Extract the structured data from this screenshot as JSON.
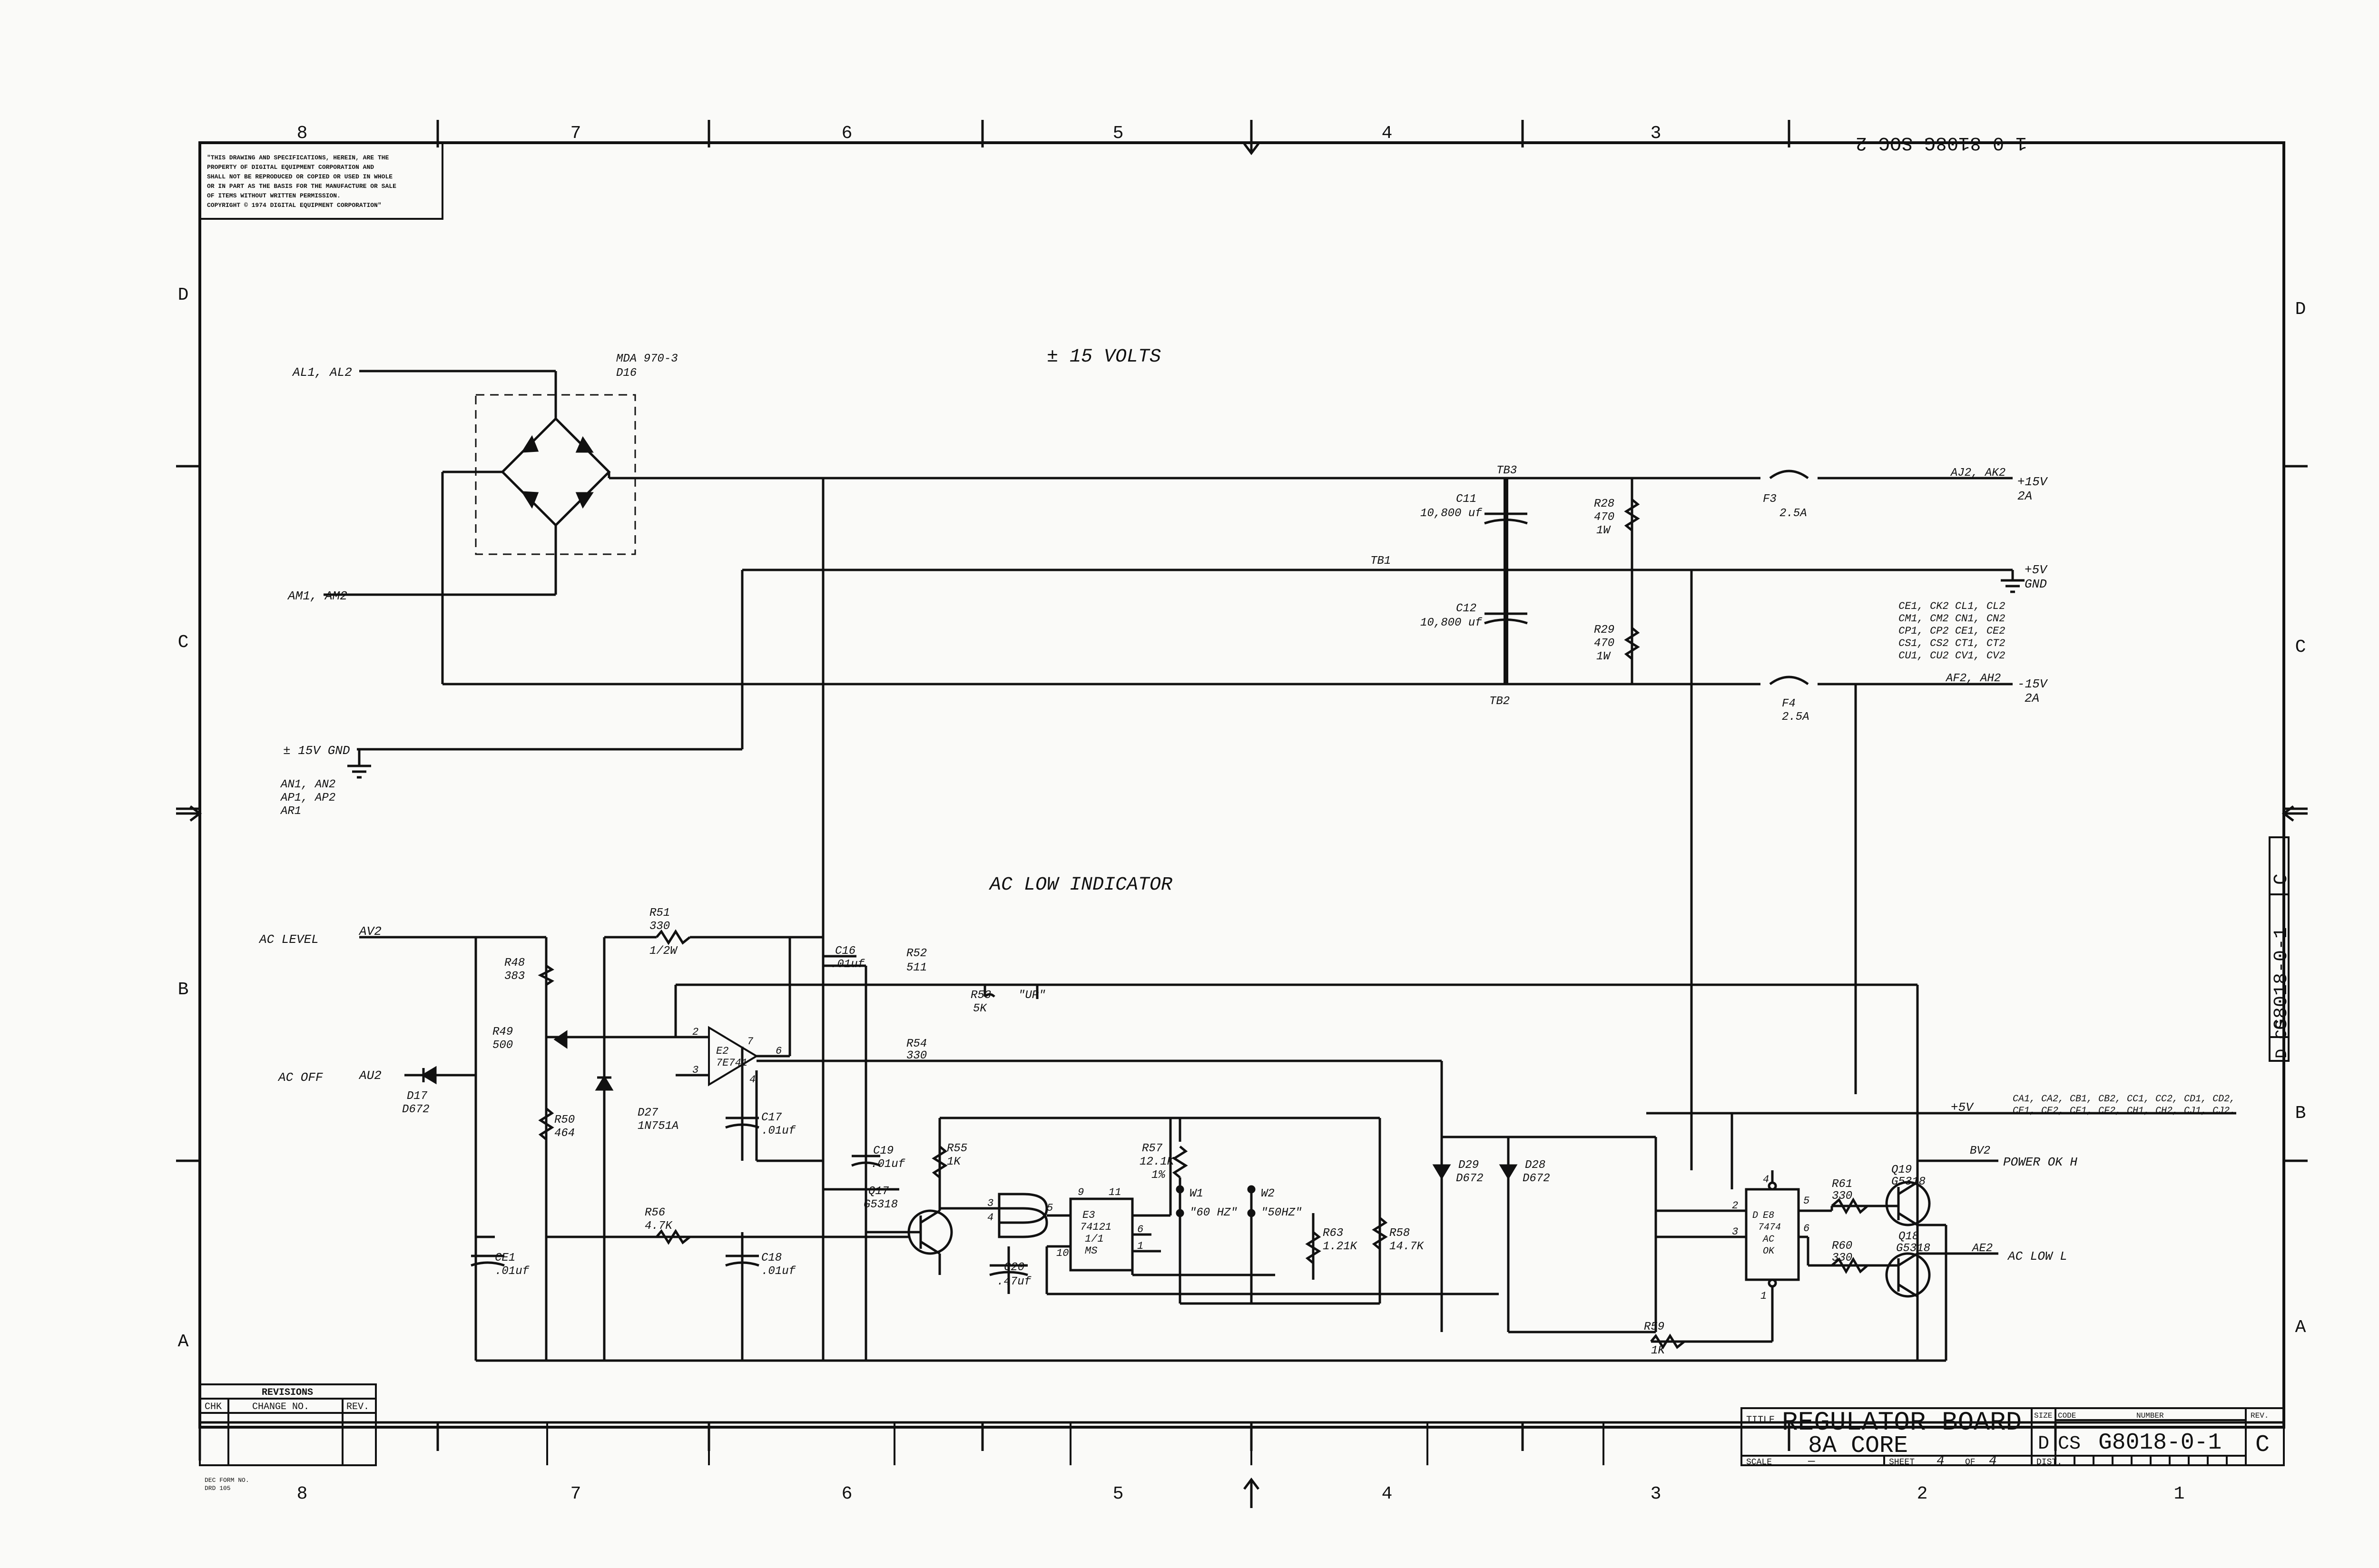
{
  "copyright_note": [
    "\"THIS DRAWING AND SPECIFICATIONS, HEREIN, ARE THE",
    "PROPERTY OF DIGITAL EQUIPMENT CORPORATION AND",
    "SHALL NOT BE REPRODUCED OR COPIED OR USED IN WHOLE",
    "OR IN PART AS THE BASIS FOR THE MANUFACTURE OR SALE",
    "OF ITEMS WITHOUT WRITTEN PERMISSION.",
    "COPYRIGHT © 1974 DIGITAL EQUIPMENT CORPORATION\""
  ],
  "grid": {
    "columns": [
      "8",
      "7",
      "6",
      "5",
      "4",
      "3",
      "2",
      "1"
    ],
    "rows": [
      "D",
      "C",
      "B",
      "A"
    ]
  },
  "sections": {
    "power": "± 15 VOLTS",
    "indicator": "AC LOW INDICATOR"
  },
  "inputs": {
    "al": "AL1, AL2",
    "am": "AM1, AM2",
    "gnd": "± 15V GND",
    "gnd_pins": [
      "AN1, AN2",
      "AP1, AP2",
      "AR1"
    ],
    "ac_level": "AC LEVEL",
    "ac_level_pin": "AV2",
    "ac_off": "AC OFF",
    "ac_off_pin": "AU2"
  },
  "outputs": {
    "p15_pins": "AJ2, AK2",
    "p15": "+15V",
    "p15_cur": "2A",
    "n15_pins": "AF2, AH2",
    "n15": "-15V",
    "n15_cur": "2A",
    "p5": "+5V",
    "gnd": "GND",
    "gnd_pins": [
      "CE1, CK2  CL1, CL2",
      "CM1, CM2  CN1, CN2",
      "CP1, CP2  CE1, CE2",
      "CS1, CS2  CT1, CT2",
      "CU1, CU2  CV1, CV2"
    ],
    "p5_rail": "+5V",
    "p5_pins": [
      "CA1, CA2, CB1, CB2, CC1, CC2, CD1, CD2,",
      "CE1, CE2, CF1, CF2, CH1, CH2, CJ1, CJ2."
    ],
    "power_ok_pin": "BV2",
    "power_ok": "POWER OK H",
    "ac_low_pin": "AE2",
    "ac_low": "AC LOW L"
  },
  "components": {
    "bridge": [
      "MDA 970-3",
      "D16"
    ],
    "tb3": "TB3",
    "tb1": "TB1",
    "tb2": "TB2",
    "c11": [
      "C11",
      "10,800 uf"
    ],
    "c12": [
      "C12",
      "10,800 uf"
    ],
    "r28": [
      "R28",
      "470",
      "1W"
    ],
    "r29": [
      "R29",
      "470",
      "1W"
    ],
    "f3": [
      "F3",
      "2.5A"
    ],
    "f4": [
      "F4",
      "2.5A"
    ],
    "r51": [
      "R51",
      "330",
      "1/2W"
    ],
    "r48": [
      "R48",
      "383"
    ],
    "r49": [
      "R49",
      "500"
    ],
    "r50": [
      "R50",
      "464"
    ],
    "d17": [
      "D17",
      "D672"
    ],
    "d27": [
      "D27",
      "1N751A"
    ],
    "e2": [
      "E2",
      "7E741"
    ],
    "c16": [
      "C16",
      ".01uf"
    ],
    "c17": [
      "C17",
      ".01uf"
    ],
    "r52": [
      "R52",
      "511"
    ],
    "r53": [
      "R53",
      "5K",
      "\"UP\""
    ],
    "r54": [
      "R54",
      "330"
    ],
    "c19": [
      "C19",
      ".01uf"
    ],
    "q17": [
      "Q17",
      "G5318"
    ],
    "r55": [
      "R55",
      "1K"
    ],
    "r56": [
      "R56",
      "4.7K"
    ],
    "ce1": [
      "CE1",
      ".01uf"
    ],
    "c18": [
      "C18",
      ".01uf"
    ],
    "c20": [
      "C20",
      ".47uf"
    ],
    "e3": [
      "E3",
      "74121",
      "1/1",
      "MS"
    ],
    "r57": [
      "R57",
      "12.1K",
      "1%"
    ],
    "w1": [
      "W1",
      "\"60 HZ\""
    ],
    "w2": [
      "W2",
      "\"50HZ\""
    ],
    "r63": [
      "R63",
      "1.21K"
    ],
    "r58": [
      "R58",
      "14.7K"
    ],
    "d29": [
      "D29",
      "D672"
    ],
    "d28": [
      "D28",
      "D672"
    ],
    "e8": [
      "D",
      "E8",
      "7474",
      "AC",
      "OK"
    ],
    "r61": [
      "R61",
      "330"
    ],
    "r60": [
      "R60",
      "330"
    ],
    "q19": [
      "Q19",
      "G5318"
    ],
    "q18": [
      "Q18",
      "G5318"
    ],
    "r59": [
      "R59",
      "1K"
    ]
  },
  "pins": {
    "e2_2": "2",
    "e2_3": "3",
    "e2_7": "7",
    "e2_6": "6",
    "e2_4": "4",
    "e3_3": "3",
    "e3_4": "4",
    "e3_5": "5",
    "e3_9": "9",
    "e3_11": "11",
    "e3_10": "10",
    "e3_6": "6",
    "e3_1": "1",
    "e8_2": "2",
    "e8_3": "3",
    "e8_4": "4",
    "e8_5": "5",
    "e8_6": "6",
    "e8_1": "1"
  },
  "title_block": {
    "revisions": "REVISIONS",
    "rev_cols": [
      "CHK",
      "CHANGE NO.",
      "REV."
    ],
    "title_label": "TITLE",
    "title_1": "REGULATOR BOARD",
    "title_2": "8A CORE",
    "size_label": "SIZE",
    "size": "D",
    "code_label": "CODE",
    "code": "CS",
    "number_label": "NUMBER",
    "number": "G8018-0-1",
    "rev_label": "REV.",
    "rev": "C",
    "scale_label": "SCALE",
    "scale": "—",
    "sheet_label": "SHEET",
    "sheet": "4",
    "of_label": "OF",
    "of": "4",
    "dist_label": "DIST.",
    "form": [
      "DEC FORM NO.",
      "DRD 105"
    ]
  },
  "side_stamp": {
    "code": "D CS",
    "number": "G8018-0-1",
    "rev": "C"
  },
  "top_stamp": "1-0-8108G SOC 2"
}
